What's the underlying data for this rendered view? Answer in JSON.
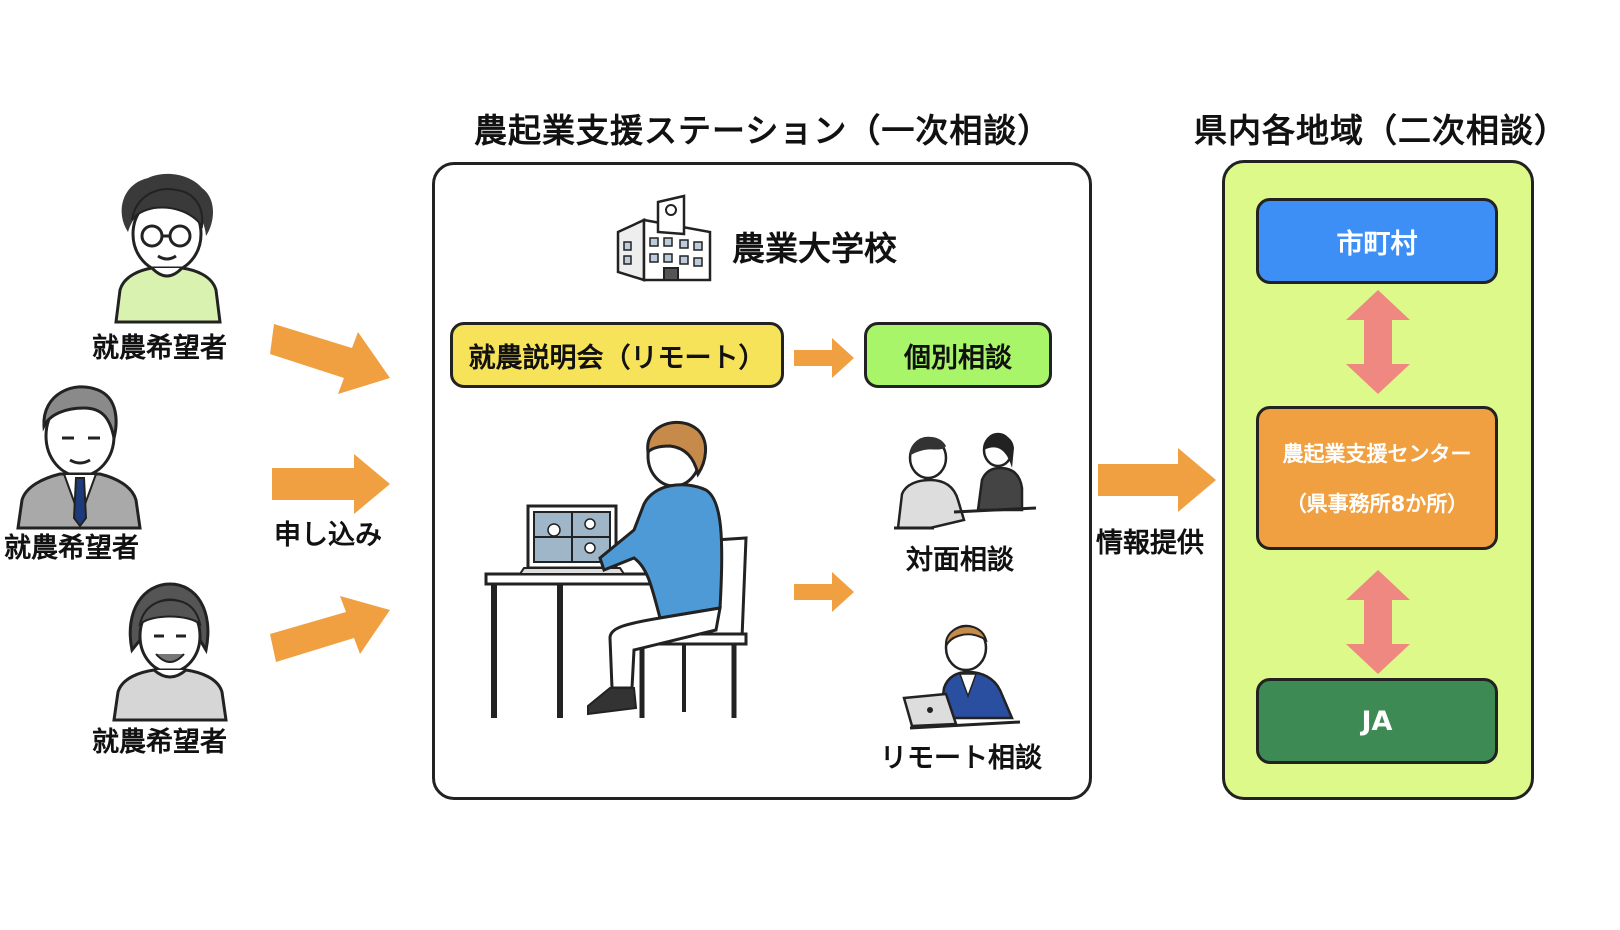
{
  "station": {
    "title": "農起業支援ステーション（一次相談）",
    "school_label": "農業大学校",
    "briefing_label": "就農説明会（リモート）",
    "individual_label": "個別相談",
    "face_to_face_label": "対面相談",
    "remote_label": "リモート相談"
  },
  "applicants": {
    "label_1": "就農希望者",
    "label_2": "就農希望者",
    "label_3": "就農希望者",
    "apply_label": "申し込み"
  },
  "info_label": "情報提供",
  "regional": {
    "title": "県内各地域（二次相談）",
    "municipality_label": "市町村",
    "center_label": "農起業支援センター",
    "center_sub_label": "（県事務所8か所）",
    "ja_label": "JA"
  },
  "colors": {
    "arrow_orange": "#f0a040",
    "double_arrow_pink": "#ef8880",
    "regional_bg": "#dcf98a",
    "briefing_yellow": "#f7e35a",
    "individual_green": "#a8f56a",
    "municipality_blue": "#3d8ef5",
    "center_orange": "#f0a040",
    "ja_green": "#3d8a55"
  }
}
